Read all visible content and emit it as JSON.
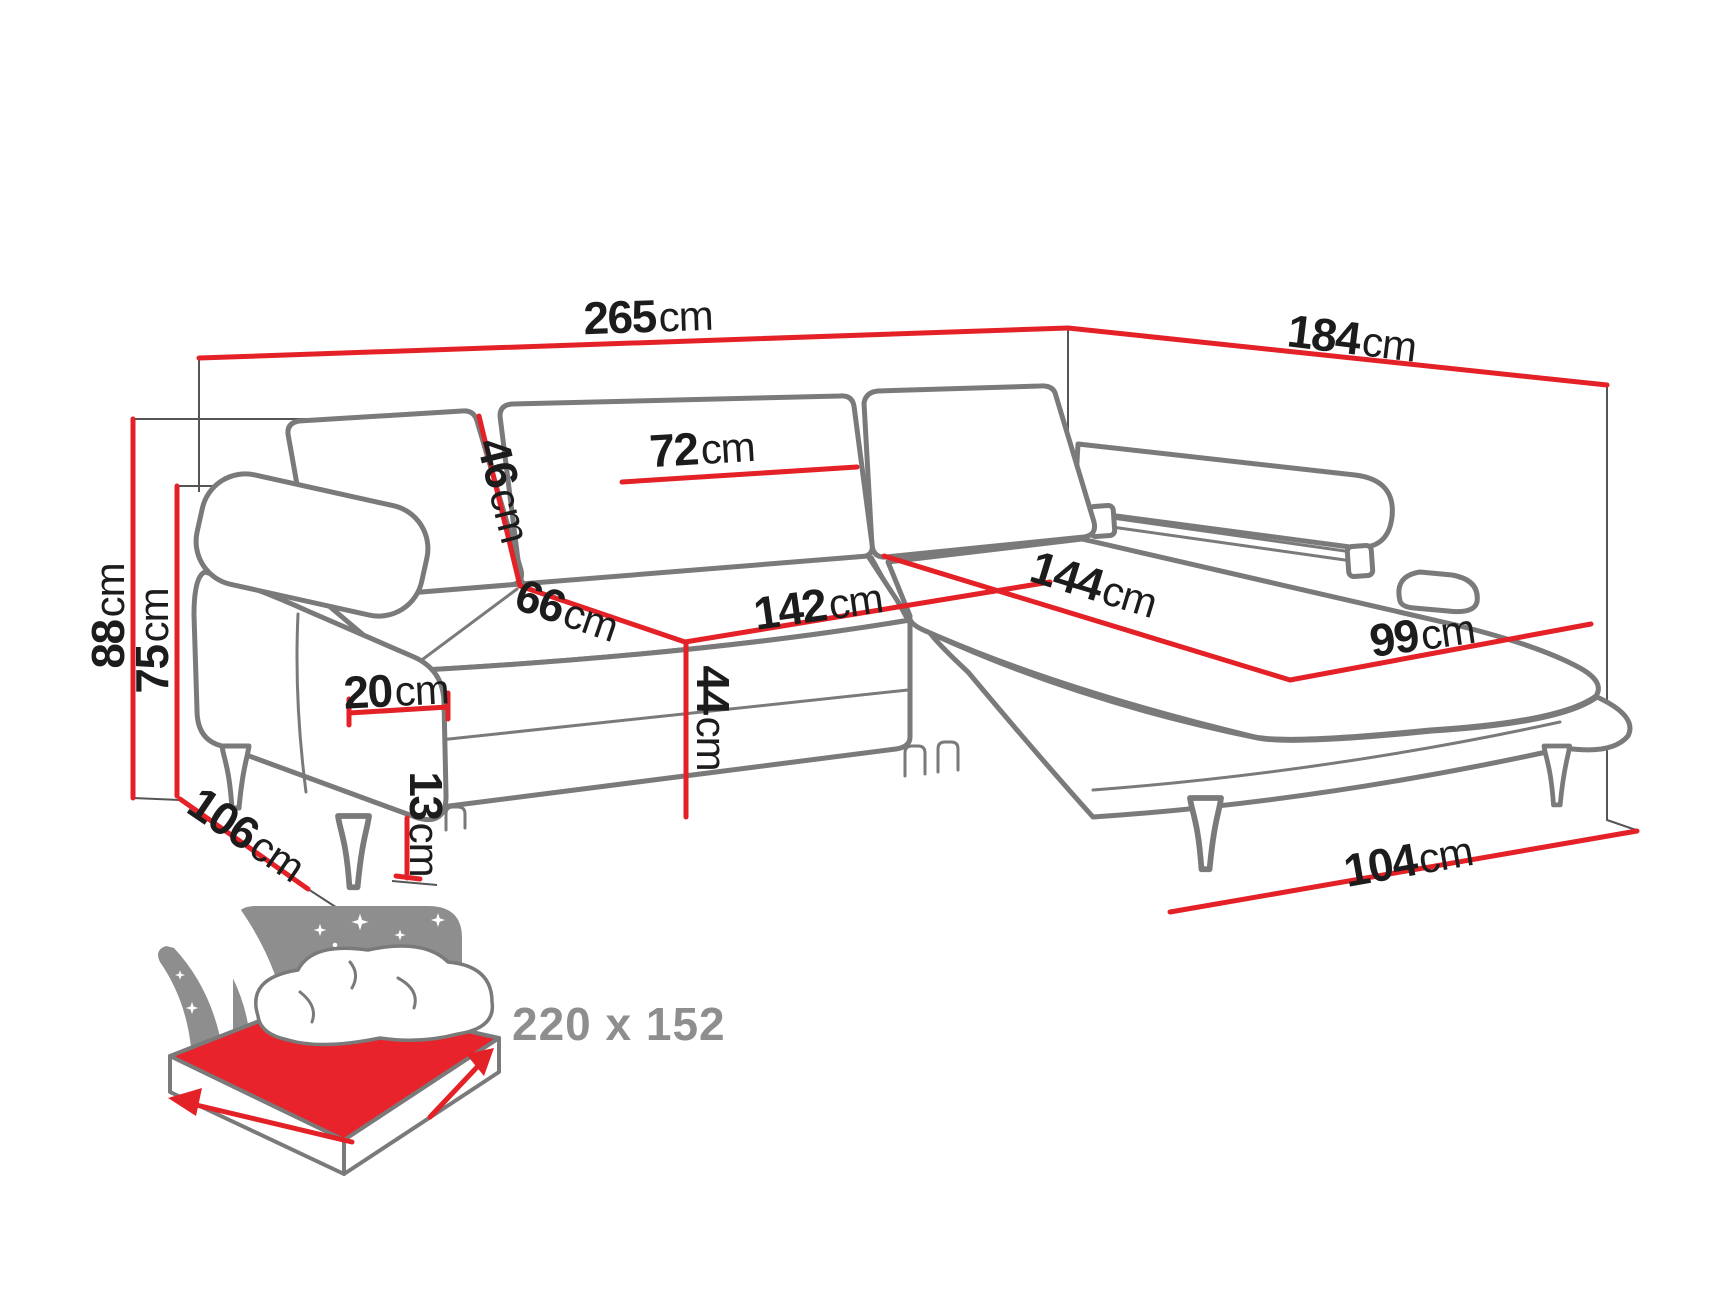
{
  "colors": {
    "dimension-red": "#e32127",
    "outline-gray": "#7a7a7a",
    "guide-gray": "#555555",
    "text-dark": "#1c1c1c",
    "icon-gray": "#8e8e8e",
    "mattress-red": "#e8232b",
    "bg": "#ffffff"
  },
  "diagram": {
    "type": "furniture-dimension-diagram",
    "subject": "corner-sofa-bed-with-sleeping-function",
    "dimensions": {
      "overall_width": {
        "value": "265",
        "unit": "cm"
      },
      "right_depth": {
        "value": "184",
        "unit": "cm"
      },
      "overall_height": {
        "value": "88",
        "unit": "cm"
      },
      "armrest_height": {
        "value": "75",
        "unit": "cm"
      },
      "backrest_height": {
        "value": "46",
        "unit": "cm"
      },
      "back_cushion_width": {
        "value": "72",
        "unit": "cm"
      },
      "seat_depth": {
        "value": "66",
        "unit": "cm"
      },
      "seat_width": {
        "value": "142",
        "unit": "cm"
      },
      "chaise_length": {
        "value": "144",
        "unit": "cm"
      },
      "chaise_width": {
        "value": "99",
        "unit": "cm"
      },
      "armrest_width": {
        "value": "20",
        "unit": "cm"
      },
      "seat_height": {
        "value": "44",
        "unit": "cm"
      },
      "leg_height": {
        "value": "13",
        "unit": "cm"
      },
      "side_depth": {
        "value": "106",
        "unit": "cm"
      },
      "chaise_outer_depth": {
        "value": "104",
        "unit": "cm"
      }
    },
    "sleeping_area": {
      "label": "220 x 152"
    },
    "icons": {
      "sleeping_function": "bed-with-mattress-icon"
    }
  }
}
